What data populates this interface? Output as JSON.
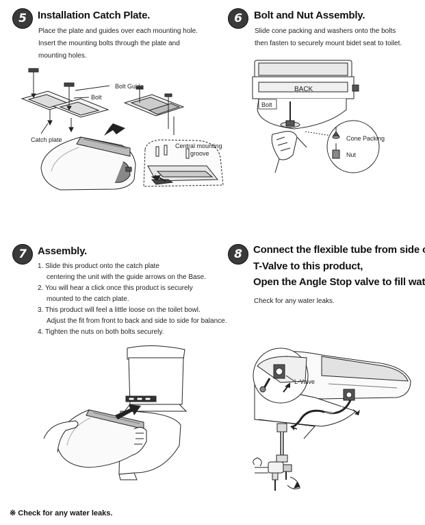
{
  "step5": {
    "number": "5",
    "title": "Installation Catch Plate.",
    "lines": [
      "Place the plate and guides over each mounting hole.",
      "Insert the mounting bolts through the plate and",
      "mounting holes."
    ],
    "labels": {
      "bolt_guide": "Bolt Guide",
      "bolt": "Bolt",
      "catch_plate": "Catch plate",
      "groove_1": "Central mounting",
      "groove_2": "groove"
    }
  },
  "step6": {
    "number": "6",
    "title": "Bolt and Nut Assembly.",
    "lines": [
      "Slide cone packing and washers onto the bolts",
      "then fasten to securely mount bidet seat to toilet."
    ],
    "labels": {
      "back": "BACK",
      "bolt": "Bolt",
      "cone_packing": "Cone Packing",
      "nut": "Nut"
    }
  },
  "step7": {
    "number": "7",
    "title": "Assembly.",
    "items": [
      {
        "main": "1. Slide this product onto the catch plate",
        "cont": [
          "centering the unit with the guide arrows on the Base."
        ]
      },
      {
        "main": "2. You will hear a click once this product is securely",
        "cont": [
          "mounted to the catch plate."
        ]
      },
      {
        "main": "3. This product will feel a little loose on the toilet bowl.",
        "cont": [
          "Adjust the fit from front to back and side to side for balance."
        ]
      },
      {
        "main": "4. Tighten the nuts on both bolts securely.",
        "cont": []
      }
    ]
  },
  "step8": {
    "number": "8",
    "title_lines": [
      "Connect the flexible tube from side of",
      "T-Valve to this product,",
      "Open the Angle Stop valve to fill  water."
    ],
    "note": "Check for any water leaks.",
    "labels": {
      "l_valve": "L-Valve"
    }
  },
  "footer": {
    "symbol": "※",
    "text": "Check for any water leaks."
  }
}
